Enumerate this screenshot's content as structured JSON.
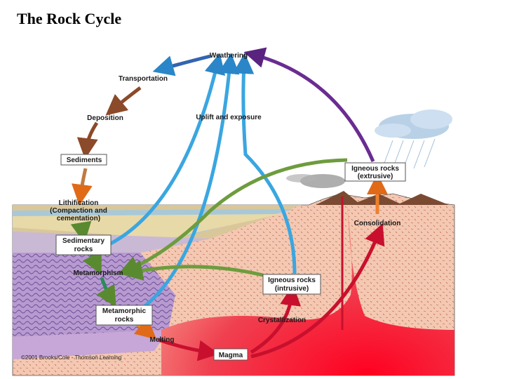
{
  "title": "The Rock Cycle",
  "labels": {
    "weathering": "Weathering",
    "transportation": "Transportation",
    "deposition": "Deposition",
    "sediments": "Sediments",
    "lithification": "Lithification",
    "lithification_detail_1": "(Compaction and",
    "lithification_detail_2": "cementation)",
    "sedimentary_1": "Sedimentary",
    "sedimentary_2": "rocks",
    "metamorphism": "Metamorphism",
    "metamorphic_1": "Metamorphic",
    "metamorphic_2": "rocks",
    "melting": "Melting",
    "magma": "Magma",
    "crystallization": "Crystallization",
    "igneous_intrusive_1": "Igneous rocks",
    "igneous_intrusive_2": "(intrusive)",
    "igneous_extrusive_1": "Igneous rocks",
    "igneous_extrusive_2": "(extrusive)",
    "consolidation": "Consolidation",
    "uplift": "Uplift and exposure"
  },
  "copyright": "©2001 Brooks/Cole - Thomson Learning",
  "colors": {
    "sky_arrow": "#3aa6e0",
    "sediment_arrow": "#a0522d",
    "green_arrow": "#6e9c3e",
    "red_arrow": "#c8102e",
    "purple_arrow": "#6a2c91",
    "orange_arrow": "#f07f2a",
    "crust": "#f2c6b0",
    "magma": "#e8102a"
  }
}
